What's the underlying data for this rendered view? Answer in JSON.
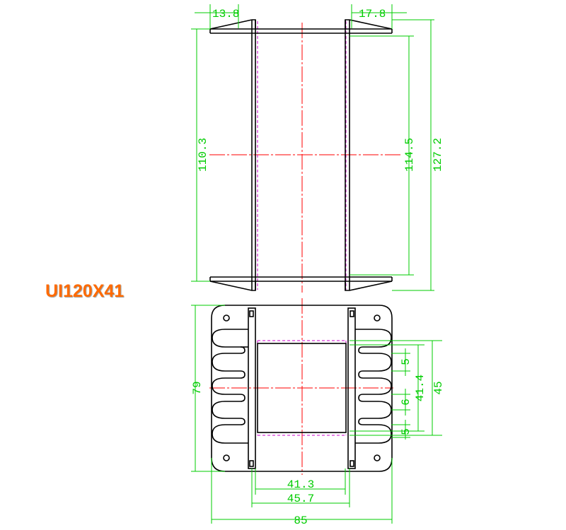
{
  "model": "UI120X41",
  "colors": {
    "outline": "#000000",
    "dimension": "#00cc00",
    "centerline": "#ff0000",
    "hidden": "#cc00cc",
    "label": "#ff6a00"
  },
  "dimensions": {
    "top_left_flange": "13.8",
    "top_right_flange": "17.8",
    "left_height": "110.3",
    "inner_height": "114.5",
    "overall_height": "127.2",
    "bottom_height": "79",
    "slot_a": "5",
    "slot_b": "6",
    "slot_c": "5",
    "window_height": "41.4",
    "overall_window": "45",
    "inner_width": "41.3",
    "middle_width": "45.7",
    "overall_width": "85"
  }
}
